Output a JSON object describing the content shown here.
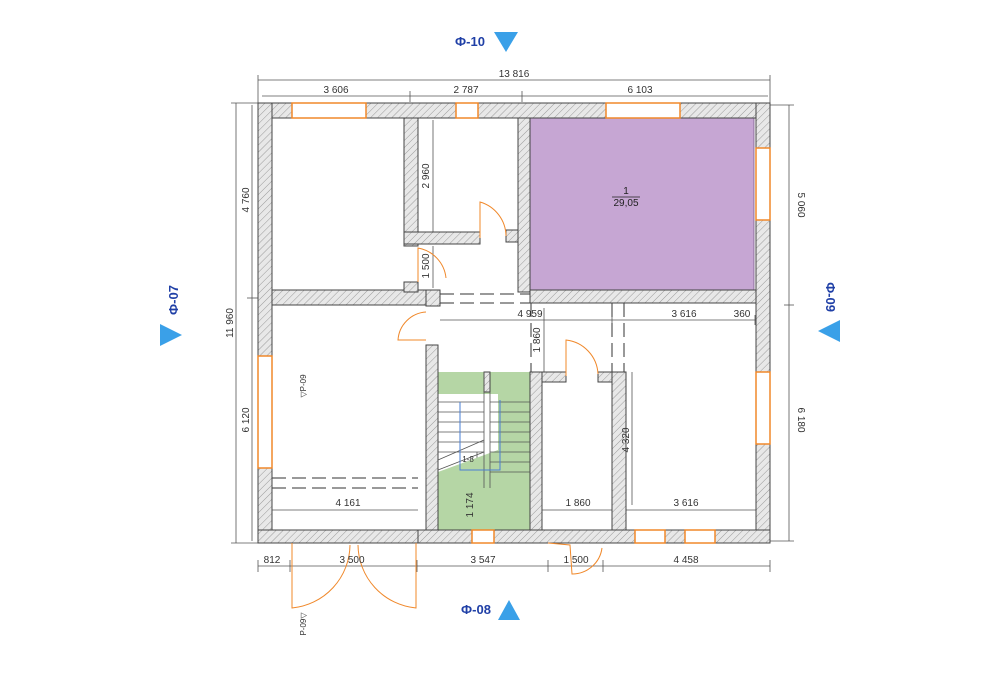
{
  "elevations": {
    "top": "Ф-10",
    "bottom": "Ф-08",
    "left": "Ф-07",
    "right": "Ф-09"
  },
  "section_marks": {
    "upper": "▽Р-09",
    "lower": "Р-09▽"
  },
  "room": {
    "number": "1",
    "area": "29,05"
  },
  "stair_label": "1-8",
  "dimensions": {
    "overall_width": "13 816",
    "top_segments": [
      "3 606",
      "2 787",
      "6 103"
    ],
    "overall_height": "11 960",
    "left_segments": [
      "4 760",
      "6 120"
    ],
    "right_segments": [
      "5 060",
      "6 180"
    ],
    "bottom_segments": [
      "812",
      "3 500",
      "3 547",
      "1 500",
      "4 458"
    ],
    "corridor": [
      "4 959",
      "3 616",
      "360"
    ],
    "interior_misc": [
      "2 960",
      "1 500",
      "1 860",
      "4 320",
      "1 174"
    ],
    "lower_room_widths": [
      "4 161",
      "1 860",
      "3 616"
    ]
  },
  "colors": {
    "wall_fill": "#e6e6e6",
    "wall_stroke": "#444444",
    "window": "#f0882a",
    "room_highlight": "#c6a6d3",
    "stair_fill": "#b5d6a5",
    "elevation_marker": "#3aa0e8",
    "elevation_text": "#1f3fa6"
  }
}
